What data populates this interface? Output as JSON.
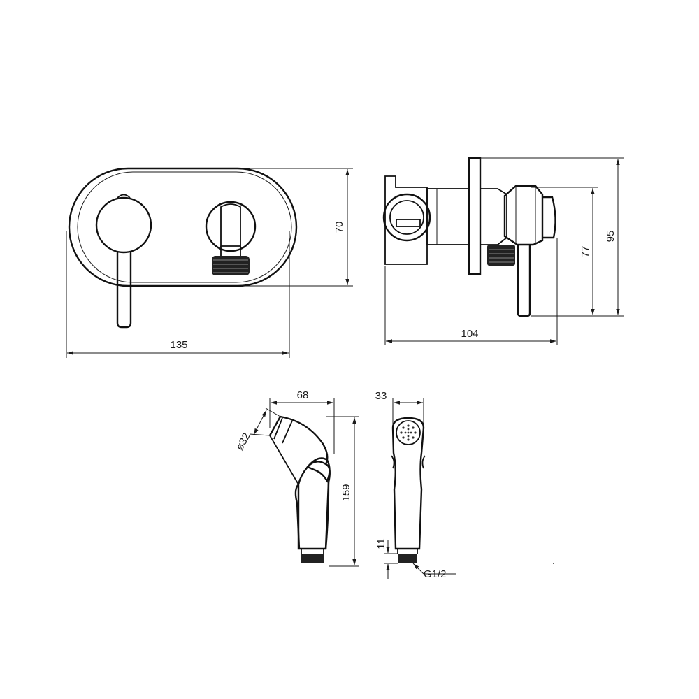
{
  "dimensions": {
    "front_width": "135",
    "front_height": "70",
    "side_depth": "104",
    "side_height_inner": "77",
    "side_height_outer": "95",
    "handshower_width": "68",
    "handshower_diameter": "ø32",
    "handshower_length": "159",
    "handshower_side_width": "33",
    "thread_height": "11",
    "thread_spec": "G1/2"
  }
}
